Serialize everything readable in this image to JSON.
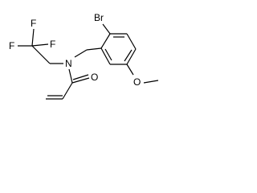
{
  "structure": {
    "atoms": {
      "F_top": "F",
      "F_left": "F",
      "F_right": "F",
      "N": "N",
      "O_carbonyl": "O",
      "Br": "Br",
      "O_methoxy": "O"
    }
  },
  "colors": {
    "bond": "#000000",
    "text": "#000000",
    "background": "#ffffff"
  }
}
